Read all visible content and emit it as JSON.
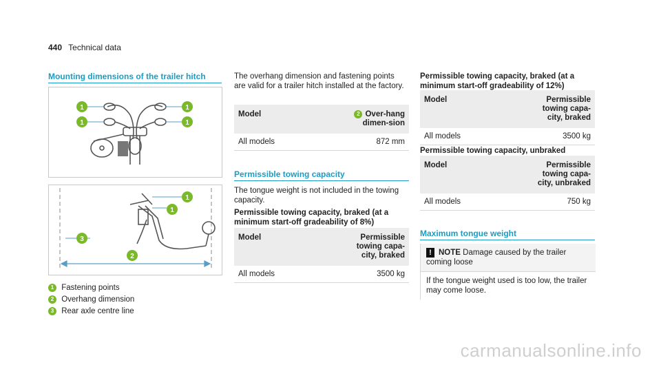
{
  "header": {
    "page_number": "440",
    "section": "Technical data"
  },
  "mounting": {
    "title": "Mounting dimensions of the trailer hitch",
    "callout_labels": [
      "1",
      "1",
      "1",
      "1",
      "1",
      "1",
      "3",
      "2"
    ],
    "legend": [
      {
        "num": "1",
        "text": "Fastening points"
      },
      {
        "num": "2",
        "text": "Overhang dimension"
      },
      {
        "num": "3",
        "text": "Rear axle centre line"
      }
    ]
  },
  "overhang": {
    "intro": "The overhang dimension and fastening points are valid for a trailer hitch installed at the factory.",
    "table": {
      "col_model": "Model",
      "col_value_num": "2",
      "col_value": "Over-hang dimen-sion",
      "rows": [
        {
          "model": "All models",
          "value": "872 mm"
        }
      ]
    }
  },
  "towing": {
    "title": "Permissible towing capacity",
    "intro": "The tongue weight is not included in the towing capacity.",
    "braked8_title": "Permissible towing capacity, braked (at a minimum start-off gradeability of 8%)",
    "braked8_table": {
      "col_model": "Model",
      "col_value": "Permissible towing capa-city, braked",
      "rows": [
        {
          "model": "All models",
          "value": "3500 kg"
        }
      ]
    },
    "braked12_title": "Permissible towing capacity, braked (at a minimum start-off gradeability of 12%)",
    "braked12_table": {
      "col_model": "Model",
      "col_value": "Permissible towing capa-city, braked",
      "rows": [
        {
          "model": "All models",
          "value": "3500 kg"
        }
      ]
    },
    "unbraked_title": "Permissible towing capacity, unbraked",
    "unbraked_table": {
      "col_model": "Model",
      "col_value": "Permissible towing capa-city, unbraked",
      "rows": [
        {
          "model": "All models",
          "value": "750 kg"
        }
      ]
    }
  },
  "tongue": {
    "title": "Maximum tongue weight",
    "note_label": "NOTE",
    "note_text": "Damage caused by the trailer coming loose",
    "note_icon": "!",
    "note_body": "If the tongue weight used is too low, the trailer may come loose."
  },
  "watermark": "carmanualsonline.info",
  "colors": {
    "accent": "#1b9cc4",
    "callout": "#7ab929"
  }
}
